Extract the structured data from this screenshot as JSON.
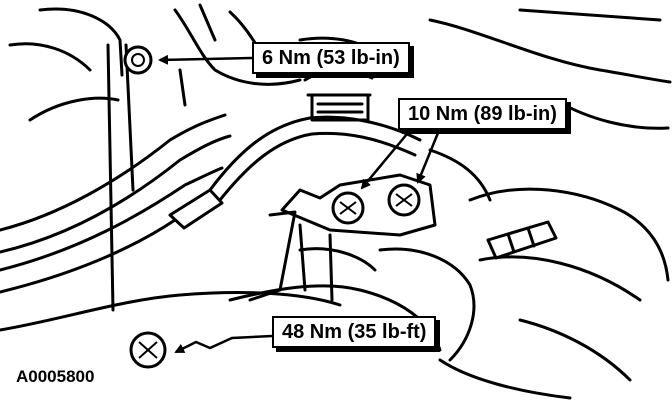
{
  "figure": {
    "id": "A0005800",
    "style": "black-and-white line-art service manual illustration",
    "ink_color": "#000000",
    "paper_color": "#ffffff"
  },
  "callouts": [
    {
      "text": "6 Nm (53 lb-in)",
      "points_to": "upper-left bracket bolt"
    },
    {
      "text": "10 Nm (89 lb-in)",
      "points_to": "two center bracket bolts"
    },
    {
      "text": "48 Nm (35 lb-ft)",
      "points_to": "lower-left mounting bolt"
    }
  ]
}
